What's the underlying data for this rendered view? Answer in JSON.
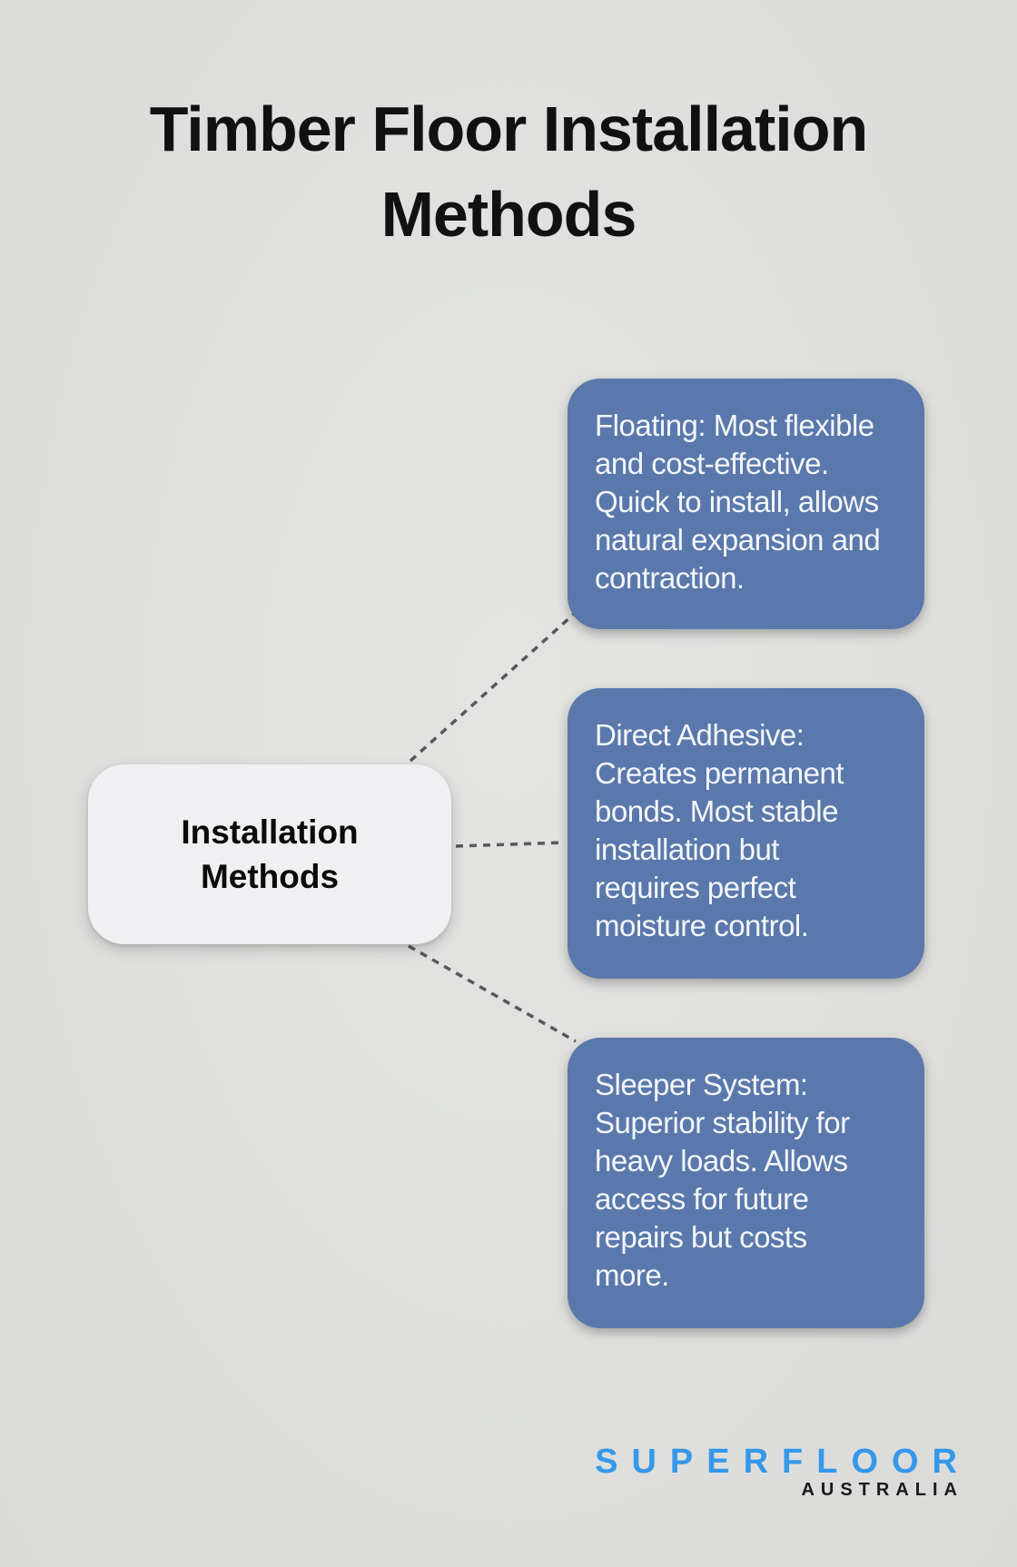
{
  "title": {
    "text": "Timber Floor Installation Methods",
    "lines": [
      "Timber Floor Installation",
      "Methods"
    ]
  },
  "center_node": {
    "text": "Installation Methods",
    "lines": [
      "Installation",
      "Methods"
    ]
  },
  "branches": [
    {
      "id": "floating",
      "text": "Floating: Most flexible and cost-effective. Quick to install, allows natural expansion and contraction.",
      "lines": [
        "Floating: Most flexible",
        "and cost-effective.",
        "Quick to install, allows",
        "natural expansion and",
        "contraction."
      ]
    },
    {
      "id": "direct-adhesive",
      "text": "Direct Adhesive: Creates permanent bonds. Most stable installation but requires perfect moisture control.",
      "lines": [
        "Direct Adhesive:",
        "Creates permanent",
        "bonds. Most stable",
        "installation but",
        "requires perfect",
        "moisture control."
      ]
    },
    {
      "id": "sleeper-system",
      "text": "Sleeper System: Superior stability for heavy loads. Allows access for future repairs but costs more.",
      "lines": [
        "Sleeper System:",
        "Superior stability for",
        "heavy loads. Allows",
        "access for future",
        "repairs but costs",
        "more."
      ]
    }
  ],
  "logo": {
    "brand": "SUPERFLOOR",
    "region": "AUSTRALIA"
  },
  "colors": {
    "background": "#dfe0de",
    "branch_box": "#5a78ab",
    "branch_text": "#f3f6f9",
    "center_node_bg": "#f0f0f2",
    "title_text": "#111111",
    "connector": "#575859",
    "logo_brand": "#3598ea",
    "logo_region": "#1a1a1a"
  }
}
